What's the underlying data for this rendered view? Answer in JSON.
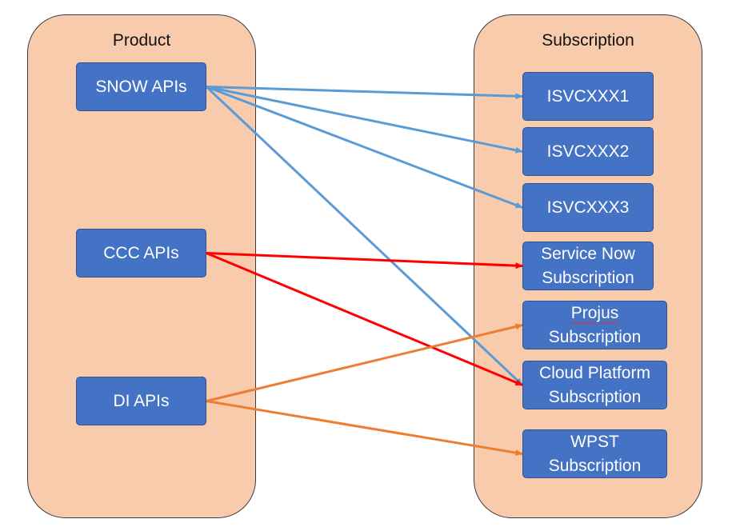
{
  "colors": {
    "panel_fill": "#f8cbad",
    "box_fill": "#4472c4",
    "arrow_snow": "#5b9bd5",
    "arrow_ccc": "#ff0000",
    "arrow_di": "#ed7d31"
  },
  "product": {
    "title": "Product",
    "items": [
      {
        "id": "snow",
        "label": "SNOW APIs"
      },
      {
        "id": "ccc",
        "label": "CCC APIs"
      },
      {
        "id": "di",
        "label": "DI APIs"
      }
    ]
  },
  "subscription": {
    "title": "Subscription",
    "items": [
      {
        "id": "isv1",
        "lines": [
          "ISVCXXX1"
        ]
      },
      {
        "id": "isv2",
        "lines": [
          "ISVCXXX2"
        ]
      },
      {
        "id": "isv3",
        "lines": [
          "ISVCXXX3"
        ]
      },
      {
        "id": "snsub",
        "lines": [
          "Service Now",
          "Subscription"
        ]
      },
      {
        "id": "projus",
        "lines": [
          "Projus",
          "Subscription"
        ]
      },
      {
        "id": "cloud",
        "lines": [
          "Cloud Platform",
          "Subscription"
        ]
      },
      {
        "id": "wpst",
        "lines": [
          "WPST",
          "Subscription"
        ]
      }
    ]
  },
  "connections": [
    {
      "from": "snow",
      "to": "isv1",
      "color_key": "arrow_snow"
    },
    {
      "from": "snow",
      "to": "isv2",
      "color_key": "arrow_snow"
    },
    {
      "from": "snow",
      "to": "isv3",
      "color_key": "arrow_snow"
    },
    {
      "from": "snow",
      "to": "cloud",
      "color_key": "arrow_snow"
    },
    {
      "from": "ccc",
      "to": "snsub",
      "color_key": "arrow_ccc"
    },
    {
      "from": "ccc",
      "to": "cloud",
      "color_key": "arrow_ccc"
    },
    {
      "from": "di",
      "to": "projus",
      "color_key": "arrow_di"
    },
    {
      "from": "di",
      "to": "wpst",
      "color_key": "arrow_di"
    }
  ]
}
